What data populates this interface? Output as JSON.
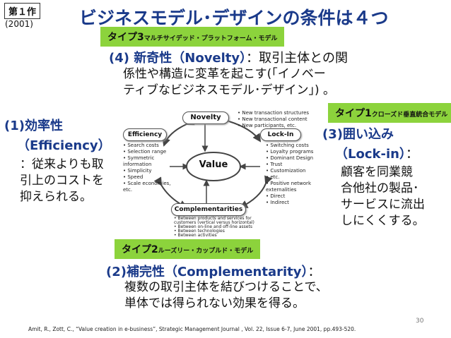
{
  "slide": {
    "badge": "第１作",
    "year": "(2001)",
    "title": "ビジネスモデル･デザインの条件は４つ",
    "page_number": "30",
    "citation": "Amit, R., Zott, C., “Value creation in e-business”, Strategic Management Journal , Vol. 22, Issue 6-7, June 2001, pp.493-520."
  },
  "tags": {
    "type3_main": "タイプ3",
    "type3_sub": "マルチサイデッド・プラットフォーム・モデル",
    "type1_main": "タイプ1",
    "type1_sub": "クローズド垂直統合モデル",
    "type2_main": "タイプ2",
    "type2_sub": "ルーズリー・カップルド・モデル"
  },
  "conditions": {
    "novelty_num": "(4)",
    "novelty_name": "新奇性（Novelty）",
    "novelty_sep": "：",
    "novelty_line1": "取引主体との関",
    "novelty_line2": "係性や構造に変革を起こす(「イノベー",
    "novelty_line3": "ティブなビジネスモデル･デザイン」) 。",
    "efficiency_num": "(1)",
    "efficiency_name1": "効率性",
    "efficiency_name2": "（Efficiency）",
    "efficiency_line1": "：従来よりも取",
    "efficiency_line2": "引上のコストを",
    "efficiency_line3": "抑えられる。",
    "lockin_num": "(3)",
    "lockin_name1": "囲い込み",
    "lockin_name2": "（Lock-in）",
    "lockin_sep": "：",
    "lockin_line1": "顧客を同業競",
    "lockin_line2": "合他社の製品･",
    "lockin_line3": "サービスに流出",
    "lockin_line4": "しにくくする。",
    "comp_num": "(2)",
    "comp_name": "補完性（Complementarity）",
    "comp_sep": "：",
    "comp_line1": "複数の取引主体を結びつけることで、",
    "comp_line2": "単体では得られない効果を得る。"
  },
  "diagram": {
    "novelty": "Novelty",
    "efficiency": "Efficiency",
    "lockin": "Lock-In",
    "complementarities": "Complementarities",
    "value": "Value",
    "novelty_items": [
      "• New transaction structures",
      "• New transactional content",
      "• New participants, etc."
    ],
    "efficiency_items": [
      "• Search costs",
      "• Selection range",
      "• Symmetric",
      "  information",
      "• Simplicity",
      "• Speed",
      "• Scale economies,",
      "  etc."
    ],
    "lockin_items": [
      "• Switching costs",
      "  • Loyalty programs",
      "  • Dominant Design",
      "  • Trust",
      "  • Customization",
      "  • etc.",
      "• Positive network",
      "  externalities",
      "  • Direct",
      "  • Indirect"
    ],
    "comp_items": [
      "• Between products and services for",
      "  customers (vertical versus horizontal)",
      "• Between on-line and off-line assets",
      "• Between technologies",
      "• Between activities"
    ]
  }
}
